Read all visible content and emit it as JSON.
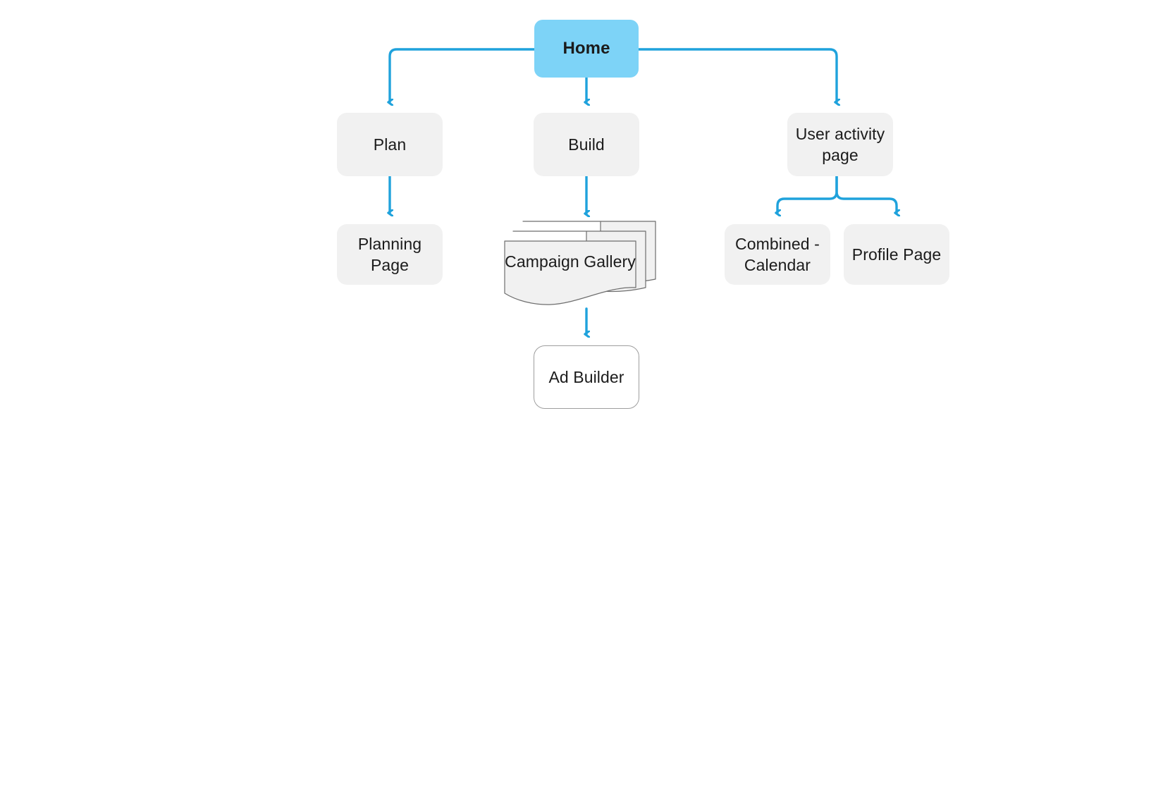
{
  "diagram": {
    "title": "Site map flow diagram",
    "background_color": "#ffffff",
    "connector_color": "#1fa2dc",
    "root_fill": "#7dd3f7",
    "node_fill": "#f1f1f1",
    "outline_stroke": "#9e9e9e",
    "text_color": "#1b1b1b"
  },
  "nodes": {
    "home": {
      "label": "Home",
      "shape": "rounded-rect",
      "fill": "#7dd3f7",
      "emphasis": "bold"
    },
    "plan": {
      "label": "Plan",
      "shape": "rounded-rect",
      "fill": "#f1f1f1"
    },
    "build": {
      "label": "Build",
      "shape": "rounded-rect",
      "fill": "#f1f1f1"
    },
    "user_activity_page": {
      "label": "User activity\npage",
      "shape": "rounded-rect",
      "fill": "#f1f1f1"
    },
    "planning_page": {
      "label": "Planning Page",
      "shape": "rounded-rect",
      "fill": "#f1f1f1"
    },
    "campaign_gallery": {
      "label": "Campaign Gallery",
      "shape": "multi-document",
      "fill": "#f1f1f1"
    },
    "combined_calendar": {
      "label": "Combined -\nCalendar",
      "shape": "rounded-rect",
      "fill": "#f1f1f1"
    },
    "profile_page": {
      "label": "Profile Page",
      "shape": "rounded-rect",
      "fill": "#f1f1f1"
    },
    "ad_builder": {
      "label": "Ad Builder",
      "shape": "rounded-rect-outline",
      "fill": "#ffffff"
    }
  },
  "edges": [
    {
      "from": "home",
      "to": "plan",
      "style": "elbow-arrow"
    },
    {
      "from": "home",
      "to": "build",
      "style": "straight-arrow"
    },
    {
      "from": "home",
      "to": "user_activity_page",
      "style": "elbow-arrow"
    },
    {
      "from": "plan",
      "to": "planning_page",
      "style": "straight-arrow"
    },
    {
      "from": "build",
      "to": "campaign_gallery",
      "style": "straight-arrow"
    },
    {
      "from": "campaign_gallery",
      "to": "ad_builder",
      "style": "straight-arrow"
    },
    {
      "from": "user_activity_page",
      "to": "combined_calendar",
      "style": "elbow-arrow"
    },
    {
      "from": "user_activity_page",
      "to": "profile_page",
      "style": "elbow-arrow"
    }
  ]
}
